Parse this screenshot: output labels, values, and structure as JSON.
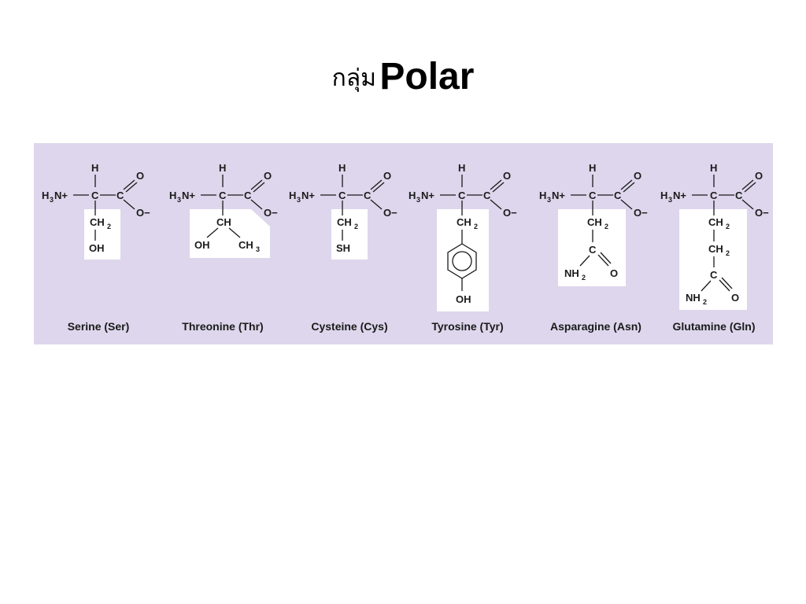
{
  "slide": {
    "title_thai": "กลุ่ม",
    "title_latin": "Polar"
  },
  "labels": {
    "h": "H",
    "o": "O",
    "c": "C",
    "h3n": "H",
    "three": "3",
    "n_plus": "N+",
    "o_minus": "O−",
    "ch": "CH",
    "two": "2",
    "oh": "OH",
    "sh": "SH",
    "nh": "NH"
  },
  "amino_acids": [
    {
      "name": "Serine (Ser)",
      "side_chain": [
        "CH2",
        "OH"
      ]
    },
    {
      "name": "Threonine (Thr)",
      "side_chain": [
        "CH",
        "OH",
        "CH3"
      ]
    },
    {
      "name": "Cysteine (Cys)",
      "side_chain": [
        "CH2",
        "SH"
      ]
    },
    {
      "name": "Tyrosine (Tyr)",
      "side_chain": [
        "CH2",
        "benzene-ring",
        "OH"
      ]
    },
    {
      "name": "Asparagine (Asn)",
      "side_chain": [
        "CH2",
        "C",
        "O",
        "NH2"
      ]
    },
    {
      "name": "Glutamine (Gln)",
      "side_chain": [
        "CH2",
        "CH2",
        "C",
        "O",
        "NH2"
      ]
    }
  ]
}
